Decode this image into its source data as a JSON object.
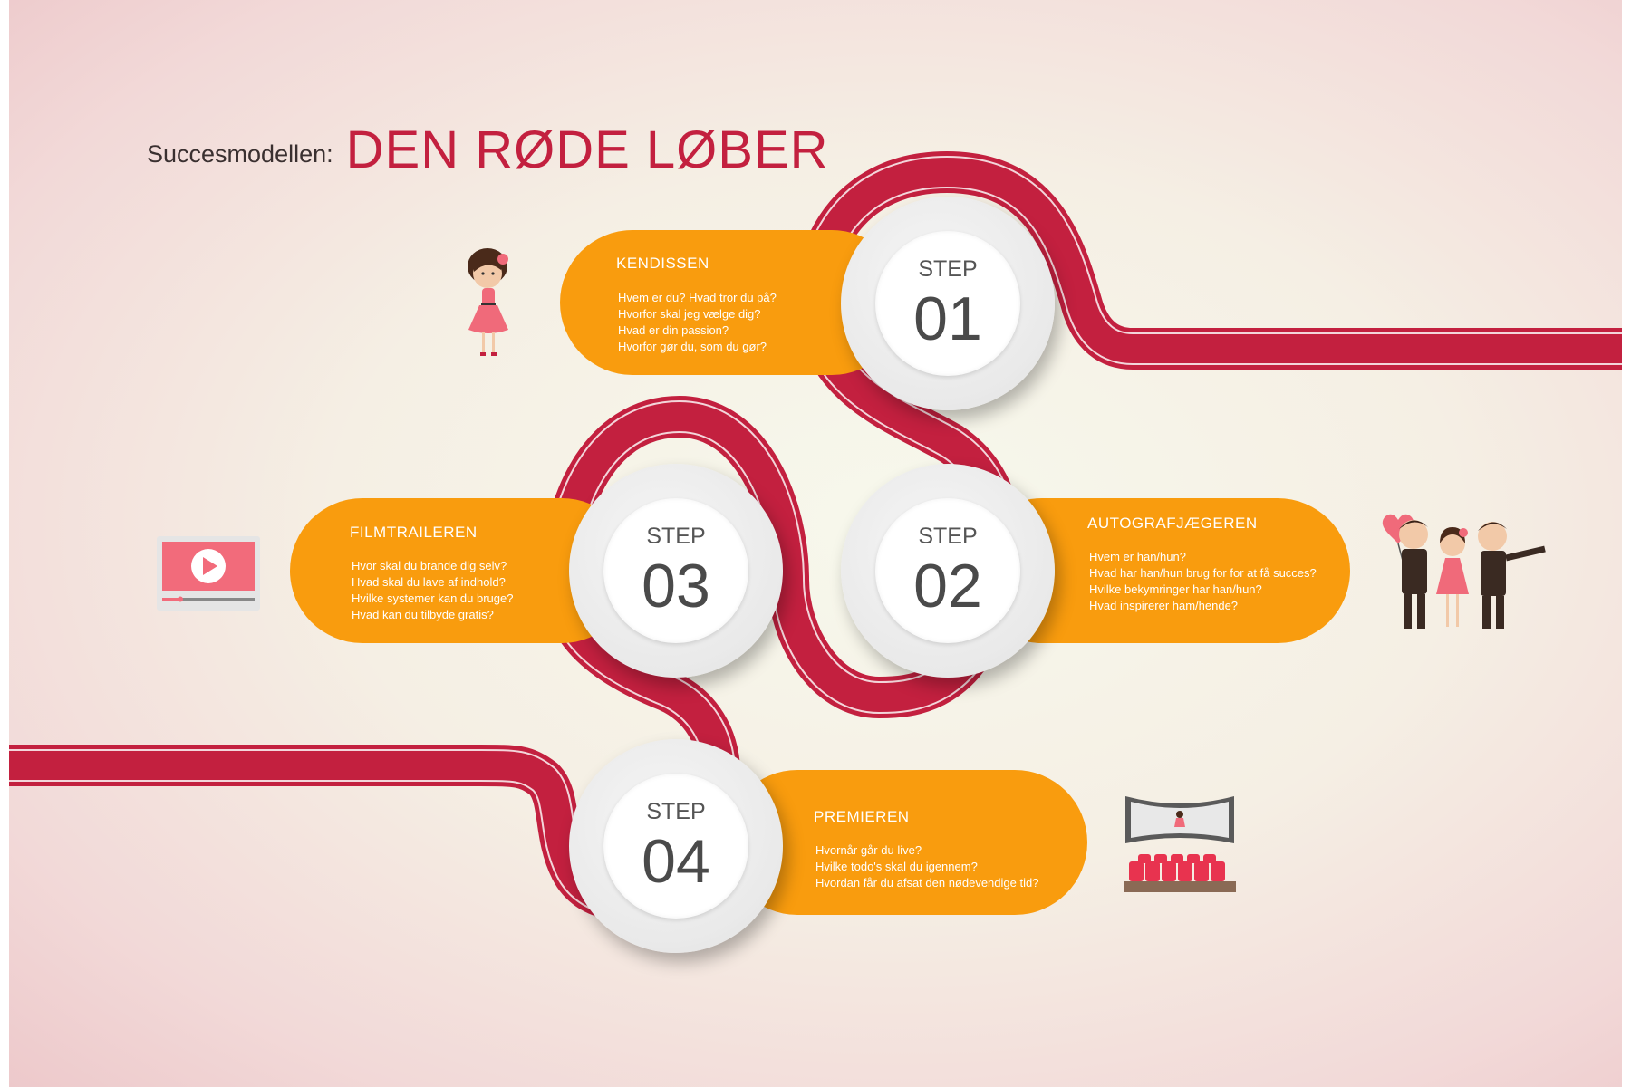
{
  "title": {
    "prefix": "Succesmodellen:",
    "main": "DEN RØDE LØBER"
  },
  "colors": {
    "road": "#c3203f",
    "road_line": "#f3d5da",
    "pill": "#f99c0e",
    "title_red": "#c3203f"
  },
  "steps": [
    {
      "step_label": "STEP",
      "number": "01",
      "heading": "KENDISSEN",
      "lines": [
        "Hvem er du? Hvad tror du på?",
        "Hvorfor skal jeg vælge dig?",
        "Hvad er din passion?",
        "Hvorfor gør du, som du gør?"
      ],
      "icon": "girl-icon"
    },
    {
      "step_label": "STEP",
      "number": "02",
      "heading": "AUTOGRAFJÆGEREN",
      "lines": [
        "Hvem er han/hun?",
        "Hvad har han/hun brug for for at få succes?",
        "Hvilke bekymringer har han/hun?",
        "Hvad inspirerer ham/hende?"
      ],
      "icon": "fans-icon"
    },
    {
      "step_label": "STEP",
      "number": "03",
      "heading": "FILMTRAILEREN",
      "lines": [
        "Hvor skal du brande dig selv?",
        "Hvad skal du lave af indhold?",
        "Hvilke systemer kan du bruge?",
        "Hvad kan du tilbyde gratis?"
      ],
      "icon": "video-player-icon"
    },
    {
      "step_label": "STEP",
      "number": "04",
      "heading": "PREMIEREN",
      "lines": [
        "Hvornår går du live?",
        "Hvilke todo's skal du igennem?",
        "Hvordan får du afsat den nødevendige tid?"
      ],
      "icon": "cinema-icon"
    }
  ]
}
